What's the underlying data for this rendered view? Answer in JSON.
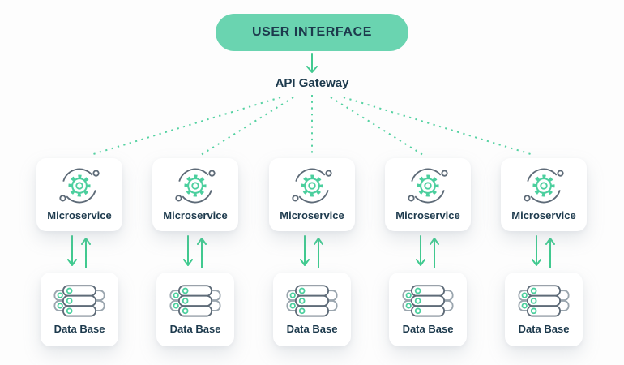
{
  "colors": {
    "background": "#fdfdfd",
    "mint": "#6ad4b0",
    "navy": "#1d3a4d",
    "arrow_green": "#41ca90",
    "dot_green": "#55d2a2",
    "gear_green": "#4ccf9e",
    "slate": "#5e6b78",
    "light_slate": "#9aa5ae"
  },
  "header": {
    "user_interface": "USER INTERFACE",
    "api_gateway": "API Gateway"
  },
  "columns": [
    {
      "microservice": "Microservice",
      "database": "Data Base"
    },
    {
      "microservice": "Microservice",
      "database": "Data Base"
    },
    {
      "microservice": "Microservice",
      "database": "Data Base"
    },
    {
      "microservice": "Microservice",
      "database": "Data Base"
    },
    {
      "microservice": "Microservice",
      "database": "Data Base"
    }
  ],
  "icons": {
    "microservice": "gear-sync-icon",
    "database": "server-stack-icon"
  }
}
